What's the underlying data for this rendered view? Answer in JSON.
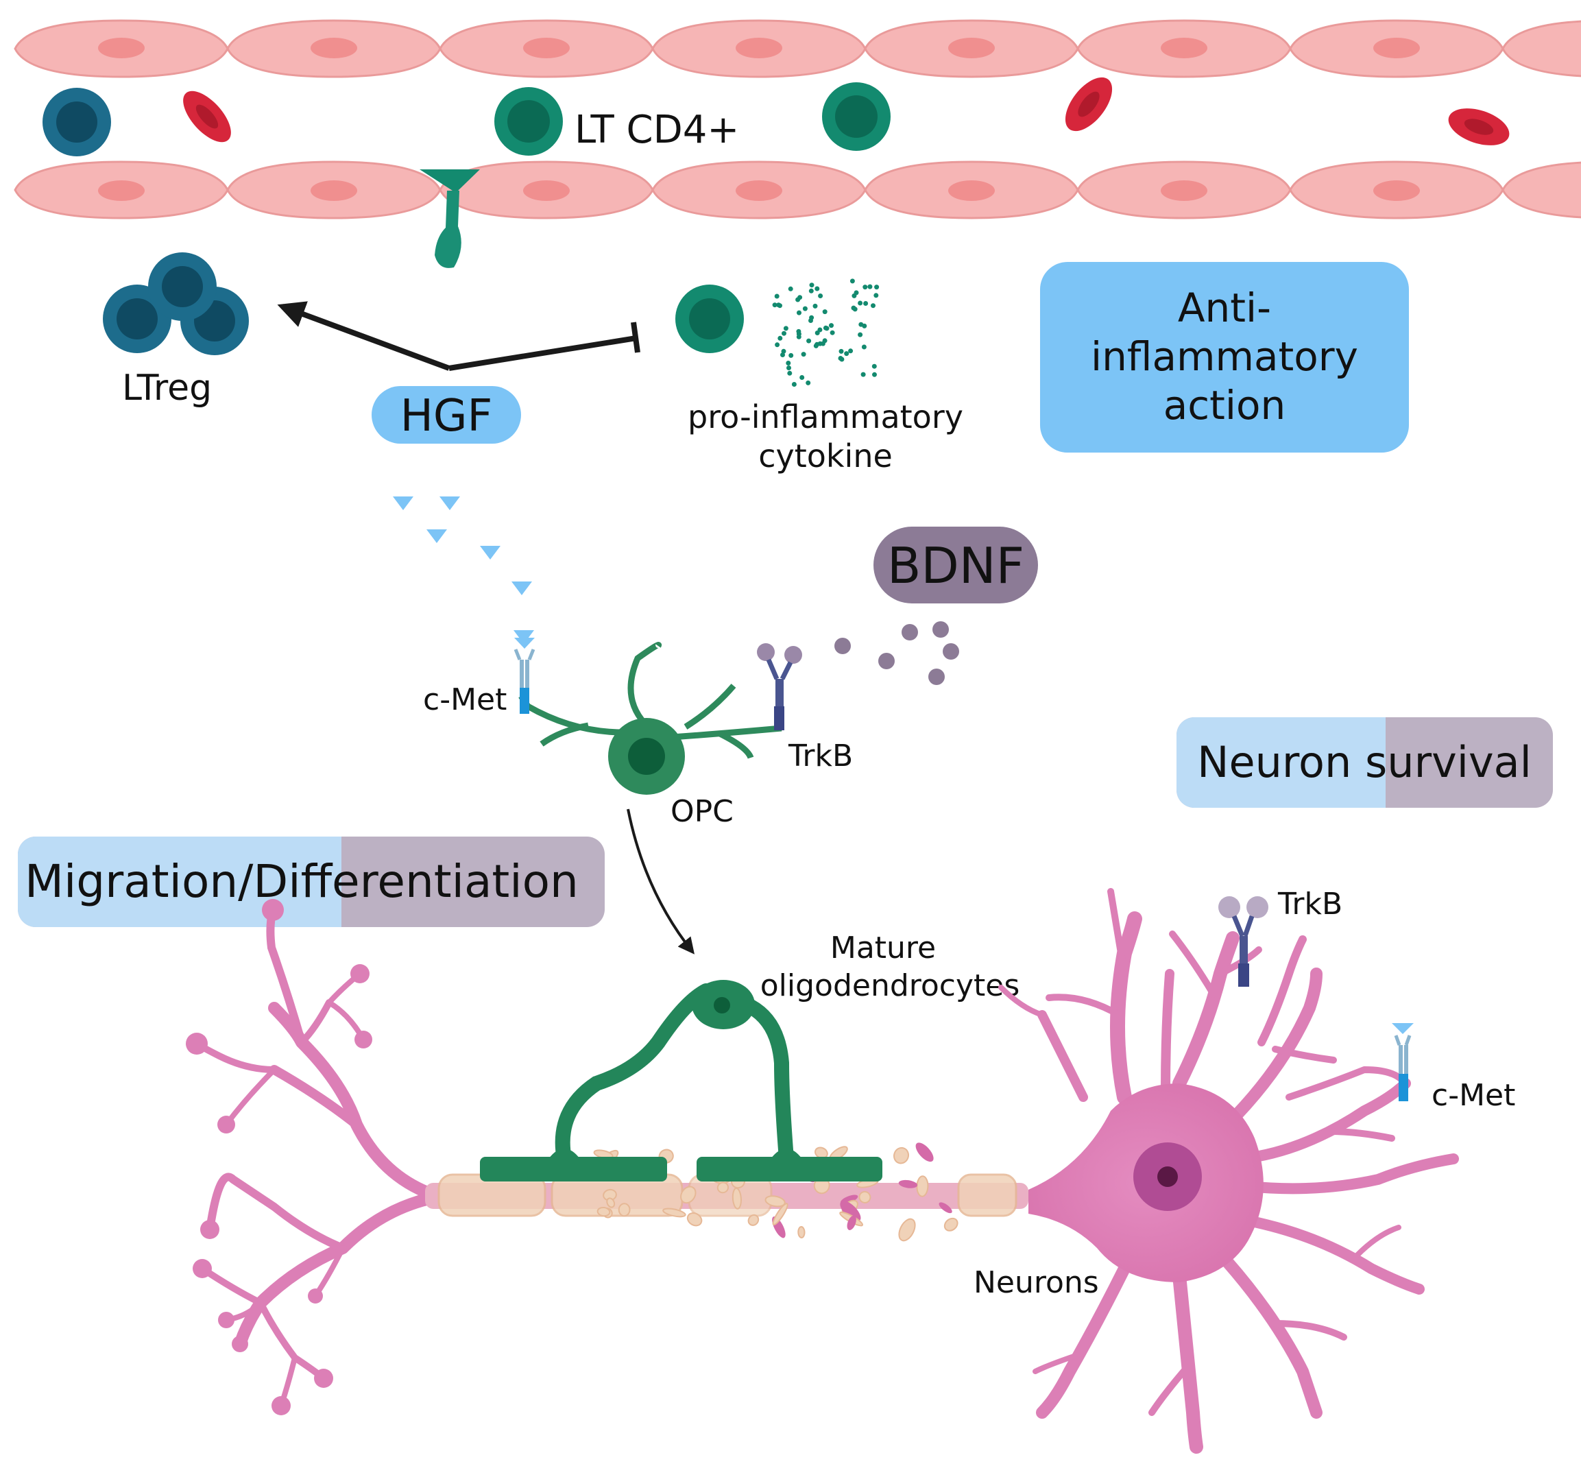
{
  "labels": {
    "lt_cd4": "LT CD4+",
    "ltreg": "LTreg",
    "hgf": "HGF",
    "pro_inflammatory_line1": "pro-inflammatory",
    "pro_inflammatory_line2": "cytokine",
    "anti_line1": "Anti-",
    "anti_line2": "inflammatory",
    "anti_line3": "action",
    "bdnf": "BDNF",
    "cmet_opc": "c-Met",
    "trkb_opc": "TrkB",
    "opc": "OPC",
    "neuron_survival": "Neuron survival",
    "migration": "Migration/Differentiation",
    "mature_line1": "Mature",
    "mature_line2": "oligodendrocytes",
    "trkb_neuron": "TrkB",
    "cmet_neuron": "c-Met",
    "neurons": "Neurons"
  },
  "colors": {
    "vessel": "#f6b5b5",
    "vessel_nucleus": "#f08f8f",
    "rbc": "#d6263b",
    "treg": "#1d6c8c",
    "cd4": "#138a6f",
    "opc": "#2e8a5c",
    "oligodendrocyte": "#23865a",
    "neuron": "#dc7fb6",
    "myelin": "#f0d2b8",
    "hgf_blue": "#7cc4f6",
    "bdnf_purple": "#8c7b96",
    "receptor_cmet": "#1c93d8",
    "receptor_trkb": "#3f4c8c"
  },
  "icons": [
    "blood-vessel",
    "red-blood-cell",
    "t-cell",
    "receptor",
    "opc-cell",
    "oligodendrocyte",
    "neuron",
    "inhibition-arrow"
  ]
}
